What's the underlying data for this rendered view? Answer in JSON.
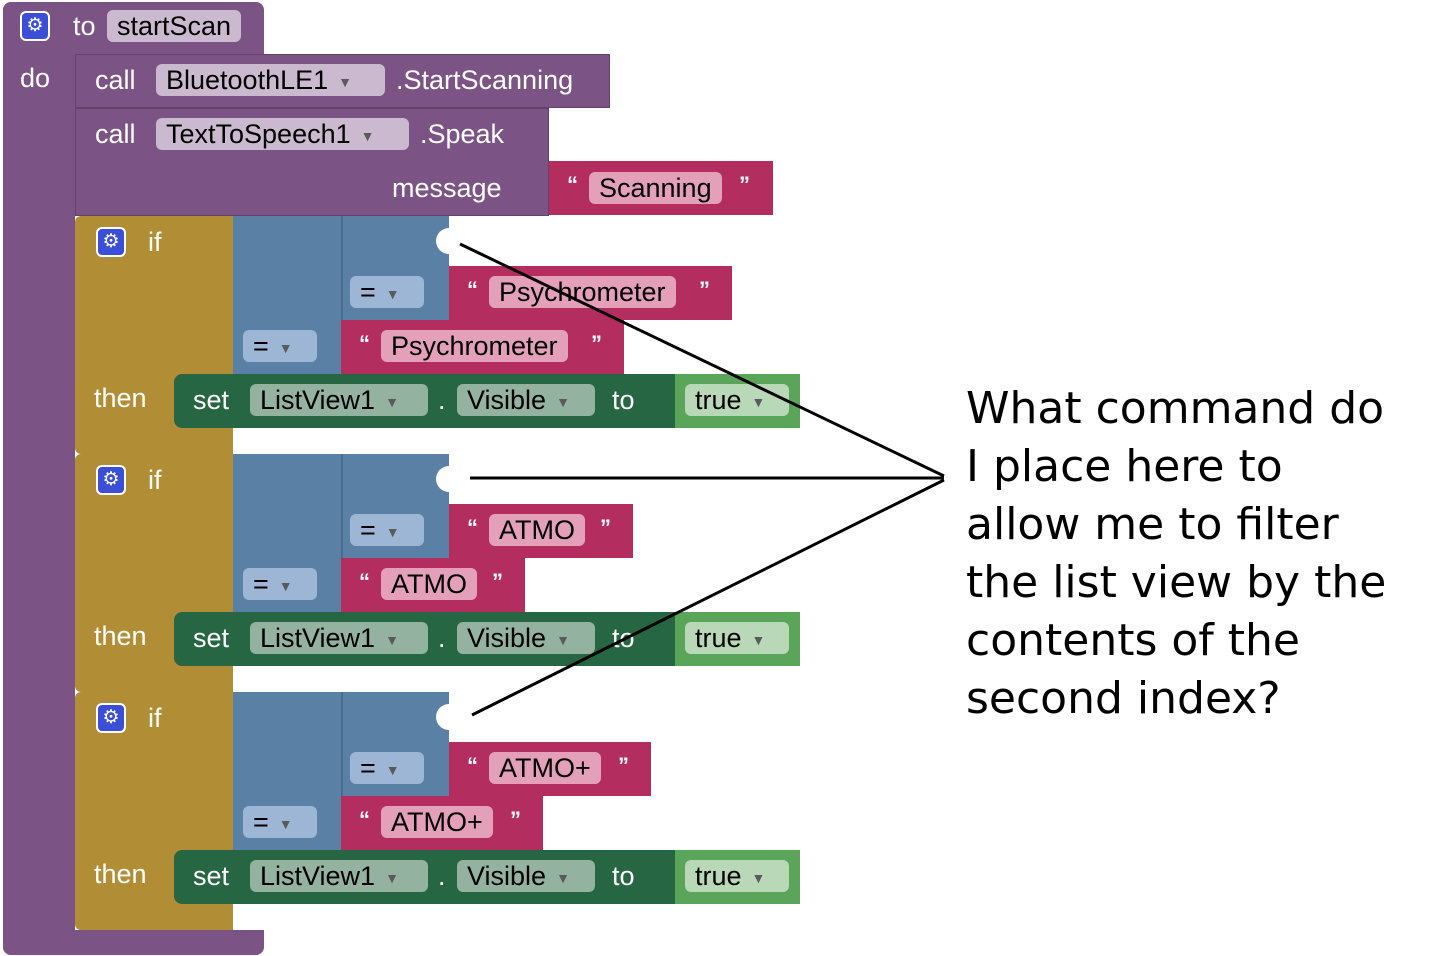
{
  "procedure": {
    "to_label": "to",
    "name": "startScan",
    "do_label": "do"
  },
  "call_ble": {
    "call_label": "call",
    "component": "BluetoothLE1",
    "method": ".StartScanning"
  },
  "call_tts": {
    "call_label": "call",
    "component": "TextToSpeech1",
    "method": ".Speak",
    "param_label": "message",
    "open_quote": "“",
    "value": "Scanning",
    "close_quote": "”"
  },
  "if_blocks": [
    {
      "if_label": "if",
      "then_label": "then",
      "op_inner": "=",
      "op_outer": "=",
      "text_inner": "Psychrometer",
      "text_outer": "Psychrometer",
      "set": {
        "set_label": "set",
        "component": "ListView1",
        "dot": ".",
        "property": "Visible",
        "to_label": "to",
        "value": "true"
      }
    },
    {
      "if_label": "if",
      "then_label": "then",
      "op_inner": "=",
      "op_outer": "=",
      "text_inner": "ATMO",
      "text_outer": "ATMO",
      "set": {
        "set_label": "set",
        "component": "ListView1",
        "dot": ".",
        "property": "Visible",
        "to_label": "to",
        "value": "true"
      }
    },
    {
      "if_label": "if",
      "then_label": "then",
      "op_inner": "=",
      "op_outer": "=",
      "text_inner": "ATMO+",
      "text_outer": "ATMO+",
      "set": {
        "set_label": "set",
        "component": "ListView1",
        "dot": ".",
        "property": "Visible",
        "to_label": "to",
        "value": "true"
      }
    }
  ],
  "quotes": {
    "open": "“",
    "close": "”"
  },
  "dropdown_glyph": "▼",
  "annotation": {
    "text": "What command do I place here to allow me to filter the list view by the contents of the second index?"
  },
  "icons": {
    "gear": "gear-icon",
    "dropdown": "chevron-down-icon"
  },
  "colors": {
    "procedure": "#7c5385",
    "control": "#b18e35",
    "logic": "#5b80a5",
    "text": "#b32d5e",
    "setter": "#266643",
    "boolean": "#5ba55b"
  }
}
